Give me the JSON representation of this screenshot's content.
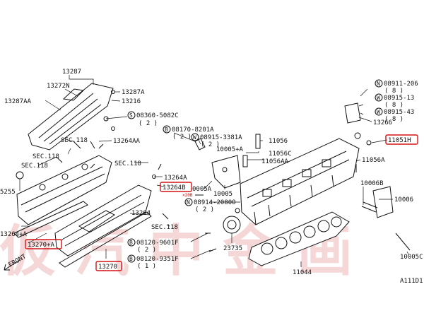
{
  "diagram": {
    "watermark": "仮 汽 中 金 画",
    "corner_code": "A111D1",
    "front_label": "FRONT",
    "highlight_color": "#d41414",
    "labels": {
      "p13287": "13287",
      "p13272n": "13272N",
      "p13287a": "13287A",
      "p13287aa": "13287AA",
      "p13216": "13216",
      "p08360": "08360-5082C",
      "p08360q": "( 2 )",
      "sec118a": "SEC.118",
      "sec118b": "SEC.118",
      "sec118c": "SEC.118",
      "sec118d": "SEC.118",
      "sec118e": "SEC.118",
      "p13264aa": "13264AA",
      "p5255": "5255",
      "p13264a_left": "13264+A",
      "p13270a": "13270+A",
      "p13270": "13270",
      "p13264a": "13264A",
      "p13264b": "13264B",
      "p13264b_qty": "×20B",
      "p13264": "13264",
      "p08170": "08170-8201A",
      "p08170q": "( 2 )",
      "p08915_3381": "08915-3381A",
      "p08915_3381q": "( 2 )",
      "p11056": "11056",
      "p10005a": "10005+A",
      "p11056c": "11056C",
      "p11056aa": "11056AA",
      "p0005a": "0005A",
      "p10005": "10005",
      "p08914": "08914-2080O",
      "p08914q": "( 2 )",
      "p08120_9601": "08120-9601F",
      "p08120_9601q": "( 2 )",
      "p08120_9351": "08120-9351F",
      "p08120_9351q": "( 1 )",
      "p23735": "23735",
      "p11044": "11044",
      "p08911": "08911-206",
      "p08911q": "( 8 )",
      "p08915_13": "08915-13",
      "p08915_13q": "( 8 )",
      "p08915_43": "08915-43",
      "p08915_43q": "( 8 )",
      "p13266": "13266",
      "p11051h": "11051H",
      "p11056a": "11056A",
      "p10006b": "10006B",
      "p10006": "10006",
      "p10005c": "10005C",
      "circ_s": "S",
      "circ_b": "B",
      "circ_w": "W",
      "circ_n": "N"
    }
  }
}
